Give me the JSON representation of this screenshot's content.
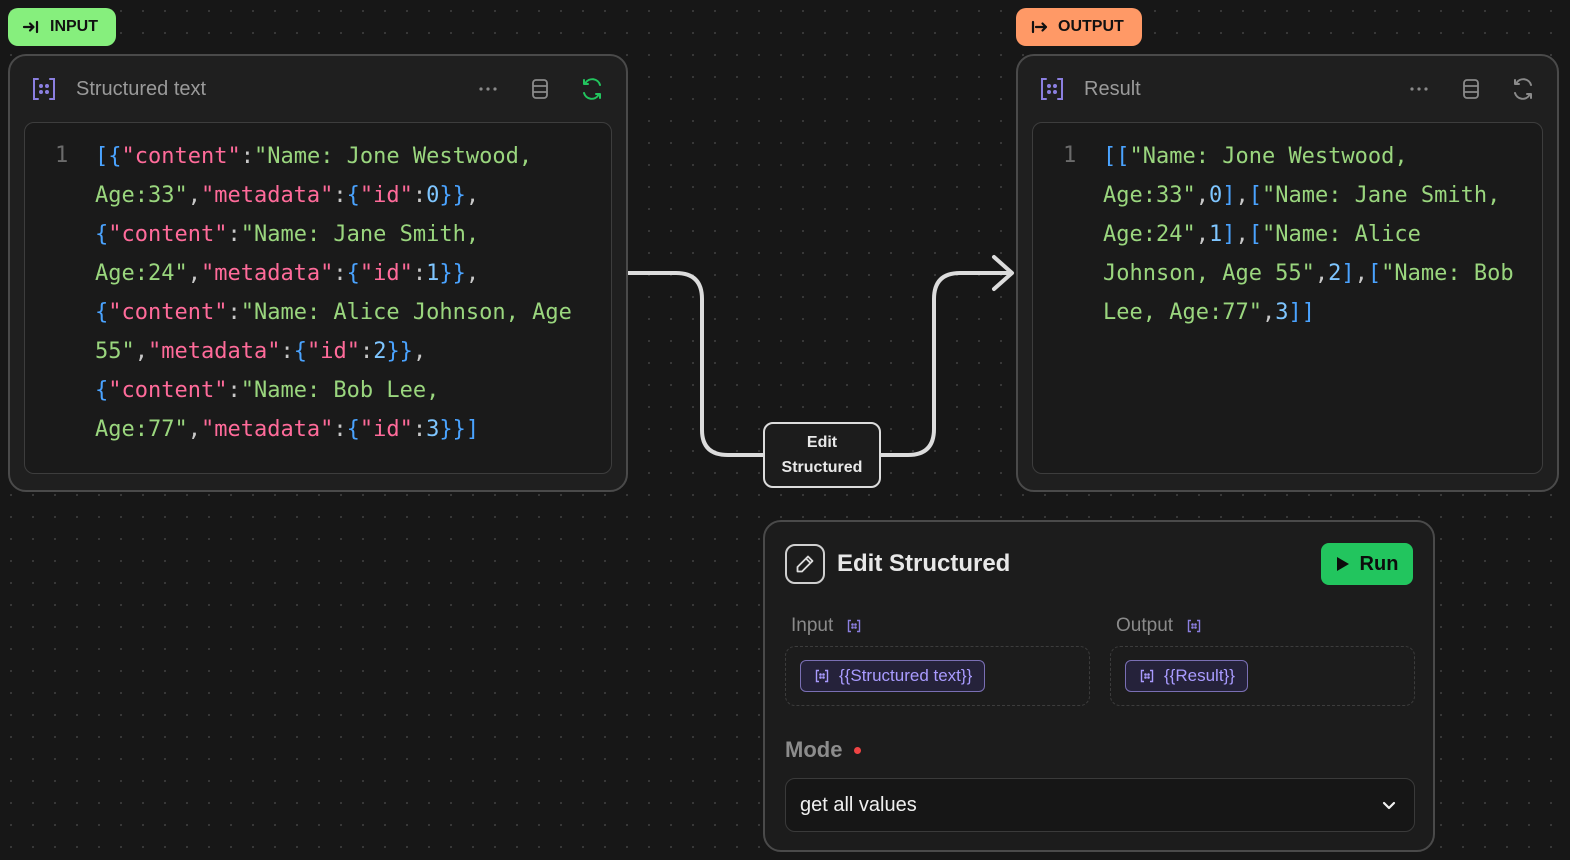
{
  "badges": {
    "input": "INPUT",
    "output": "OUTPUT"
  },
  "input_node": {
    "title": "Structured text",
    "line_number": "1"
  },
  "output_node": {
    "title": "Result",
    "line_number": "1"
  },
  "edge": {
    "label": "Edit\nStructured"
  },
  "panel": {
    "title": "Edit Structured",
    "run_label": "Run",
    "input_label": "Input",
    "output_label": "Output",
    "input_chip": "{{Structured text}}",
    "output_chip": "{{Result}}",
    "mode_label": "Mode",
    "mode_value": "get all values"
  },
  "colors": {
    "input_badge": "#86ef7d",
    "output_badge": "#ff9966",
    "run_button": "#22c55e",
    "chip_accent": "#a99bff",
    "bracket": "#4aa3ff",
    "key": "#ff6b9a",
    "string": "#9ad67e",
    "number": "#7fc6ff"
  },
  "icons": {
    "input_badge": "arrow-right-to-bar-icon",
    "output_badge": "arrow-right-from-bar-icon",
    "node_type": "structured-data-icon",
    "more": "more-dots-icon",
    "storage": "database-icon",
    "refresh": "refresh-icon",
    "edit": "pencil-icon",
    "run": "play-icon",
    "dropdown": "chevron-down-icon"
  },
  "input_tokens": [
    {
      "t": "[{",
      "c": "b"
    },
    {
      "t": "\"content\"",
      "c": "k"
    },
    {
      "t": ":",
      "c": "p"
    },
    {
      "t": "\"Name: Jone Westwood, Age:33\"",
      "c": "s"
    },
    {
      "t": ",",
      "c": "p"
    },
    {
      "t": "\"metadata\"",
      "c": "k"
    },
    {
      "t": ":",
      "c": "p"
    },
    {
      "t": "{",
      "c": "b"
    },
    {
      "t": "\"id\"",
      "c": "k"
    },
    {
      "t": ":",
      "c": "p"
    },
    {
      "t": "0",
      "c": "n"
    },
    {
      "t": "}}",
      "c": "b"
    },
    {
      "t": ",",
      "c": "p"
    },
    {
      "t": "{",
      "c": "b"
    },
    {
      "t": "\"content\"",
      "c": "k"
    },
    {
      "t": ":",
      "c": "p"
    },
    {
      "t": "\"Name: Jane Smith, Age:24\"",
      "c": "s"
    },
    {
      "t": ",",
      "c": "p"
    },
    {
      "t": "\"metadata\"",
      "c": "k"
    },
    {
      "t": ":",
      "c": "p"
    },
    {
      "t": "{",
      "c": "b"
    },
    {
      "t": "\"id\"",
      "c": "k"
    },
    {
      "t": ":",
      "c": "p"
    },
    {
      "t": "1",
      "c": "n"
    },
    {
      "t": "}}",
      "c": "b"
    },
    {
      "t": ",",
      "c": "p"
    },
    {
      "t": "{",
      "c": "b"
    },
    {
      "t": "\"content\"",
      "c": "k"
    },
    {
      "t": ":",
      "c": "p"
    },
    {
      "t": "\"Name: Alice Johnson, Age 55\"",
      "c": "s"
    },
    {
      "t": ",",
      "c": "p"
    },
    {
      "t": "\"metadata\"",
      "c": "k"
    },
    {
      "t": ":",
      "c": "p"
    },
    {
      "t": "{",
      "c": "b"
    },
    {
      "t": "\"id\"",
      "c": "k"
    },
    {
      "t": ":",
      "c": "p"
    },
    {
      "t": "2",
      "c": "n"
    },
    {
      "t": "}}",
      "c": "b"
    },
    {
      "t": ",",
      "c": "p"
    },
    {
      "t": "{",
      "c": "b"
    },
    {
      "t": "\"content\"",
      "c": "k"
    },
    {
      "t": ":",
      "c": "p"
    },
    {
      "t": "\"Name: Bob Lee, Age:77\"",
      "c": "s"
    },
    {
      "t": ",",
      "c": "p"
    },
    {
      "t": "\"metadata\"",
      "c": "k"
    },
    {
      "t": ":",
      "c": "p"
    },
    {
      "t": "{",
      "c": "b"
    },
    {
      "t": "\"id\"",
      "c": "k"
    },
    {
      "t": ":",
      "c": "p"
    },
    {
      "t": "3",
      "c": "n"
    },
    {
      "t": "}}]",
      "c": "b"
    }
  ],
  "output_tokens": [
    {
      "t": "[[",
      "c": "b"
    },
    {
      "t": "\"Name: Jone Westwood, Age:33\"",
      "c": "s"
    },
    {
      "t": ",",
      "c": "p"
    },
    {
      "t": "0",
      "c": "n"
    },
    {
      "t": "]",
      "c": "b"
    },
    {
      "t": ",",
      "c": "p"
    },
    {
      "t": "[",
      "c": "b"
    },
    {
      "t": "\"Name: Jane Smith, Age:24\"",
      "c": "s"
    },
    {
      "t": ",",
      "c": "p"
    },
    {
      "t": "1",
      "c": "n"
    },
    {
      "t": "]",
      "c": "b"
    },
    {
      "t": ",",
      "c": "p"
    },
    {
      "t": "[",
      "c": "b"
    },
    {
      "t": "\"Name: Alice Johnson, Age 55\"",
      "c": "s"
    },
    {
      "t": ",",
      "c": "p"
    },
    {
      "t": "2",
      "c": "n"
    },
    {
      "t": "]",
      "c": "b"
    },
    {
      "t": ",",
      "c": "p"
    },
    {
      "t": "[",
      "c": "b"
    },
    {
      "t": "\"Name: Bob Lee, Age:77\"",
      "c": "s"
    },
    {
      "t": ",",
      "c": "p"
    },
    {
      "t": "3",
      "c": "n"
    },
    {
      "t": "]]",
      "c": "b"
    }
  ]
}
